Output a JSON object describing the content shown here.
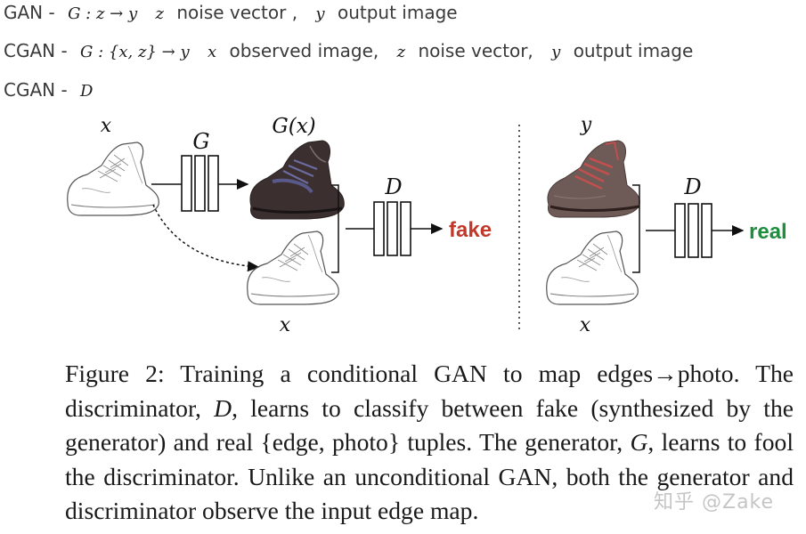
{
  "notes": {
    "gan": {
      "label": "GAN -",
      "formula": "G : z → y",
      "z": "z",
      "z_text": "noise vector ,",
      "y": "y",
      "y_text": "output image"
    },
    "cgan1": {
      "label": "CGAN -",
      "formula": "G : {x, z} → y",
      "x": "x",
      "x_text": "observed image,",
      "z": "z",
      "z_text": "noise vector,",
      "y": "y",
      "y_text": "output image"
    },
    "cgan2": {
      "label": "CGAN -",
      "formula": "D"
    }
  },
  "figure": {
    "left": {
      "input_label": "x",
      "generator_label": "G",
      "output_label": "G(x)",
      "discriminator_label": "D",
      "bottom_label": "x",
      "verdict": "fake",
      "verdict_color": "#c0392b"
    },
    "right": {
      "top_label": "y",
      "discriminator_label": "D",
      "bottom_label": "x",
      "verdict": "real",
      "verdict_color": "#1e8e3e"
    }
  },
  "caption": {
    "p1": "Figure 2: Training a conditional GAN to map edges→photo. The discriminator, ",
    "d": "D",
    "p2": ", learns to classify between fake (synthesized by the generator) and real {edge, photo} tuples. The generator, ",
    "g": "G",
    "p3": ", learns to fool the discriminator. Unlike an unconditional GAN, both the generator and discriminator observe the input edge map."
  },
  "watermark": "知乎 @Zake"
}
